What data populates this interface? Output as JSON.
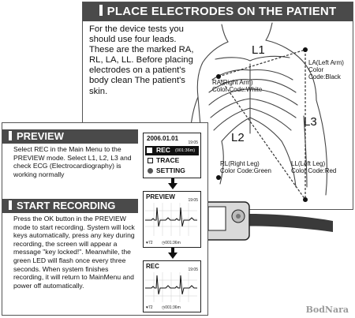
{
  "top": {
    "title": "PLACE ELECTRODES ON THE PATIENT",
    "intro": "For the device tests you should use four leads. These are the marked RA, RL, LA, LL. Before placing electrodes on a patient's body clean The patient's skin."
  },
  "electrodes": {
    "ra": {
      "line1": "RA(Right Arm)",
      "line2": "Color Code:White"
    },
    "la": {
      "line1": "LA(Left Arm)",
      "line2": "Color Code:Black"
    },
    "rl": {
      "line1": "RL(Right Leg)",
      "line2": "Color Code:Green"
    },
    "ll": {
      "line1": "LL(Left Leg)",
      "line2": "Color Code:Red"
    }
  },
  "leads": {
    "l1": "L1",
    "l2": "L2",
    "l3": "L3"
  },
  "preview": {
    "heading": "PREVIEW",
    "text": "Select REC in the Main Menu to the PREVIEW mode. Select L1, L2, L3 and check ECG (Electrocardiography) is working normally"
  },
  "recording": {
    "heading": "START RECORDING",
    "text": "Press the OK button in the PREVIEW mode to start recording. System will lock keys automatically, press any key during recording, the screen will appear a message \"key locked!\". Meanwhile, the green LED will flash once every three seconds. When system finishes recording, it will return to MainMenu and power off automatically."
  },
  "screens": {
    "menu": {
      "date": "2006.01.01",
      "rec": "REC",
      "rec_time": "(001:36m)",
      "trace": "TRACE",
      "setting": "SETTING",
      "clock": "19:05"
    },
    "preview": {
      "title": "PREVIEW",
      "clock": "19:05",
      "hr": "72",
      "time": "001:36m"
    },
    "rec": {
      "title": "REC",
      "clock": "19:05",
      "hr": "72",
      "time": "001:36m"
    }
  },
  "logo": "BodNara",
  "icons": [
    "battery-icon",
    "heart-icon",
    "clock-icon",
    "rec-icon",
    "trace-icon",
    "setting-icon",
    "down-arrow-icon"
  ]
}
